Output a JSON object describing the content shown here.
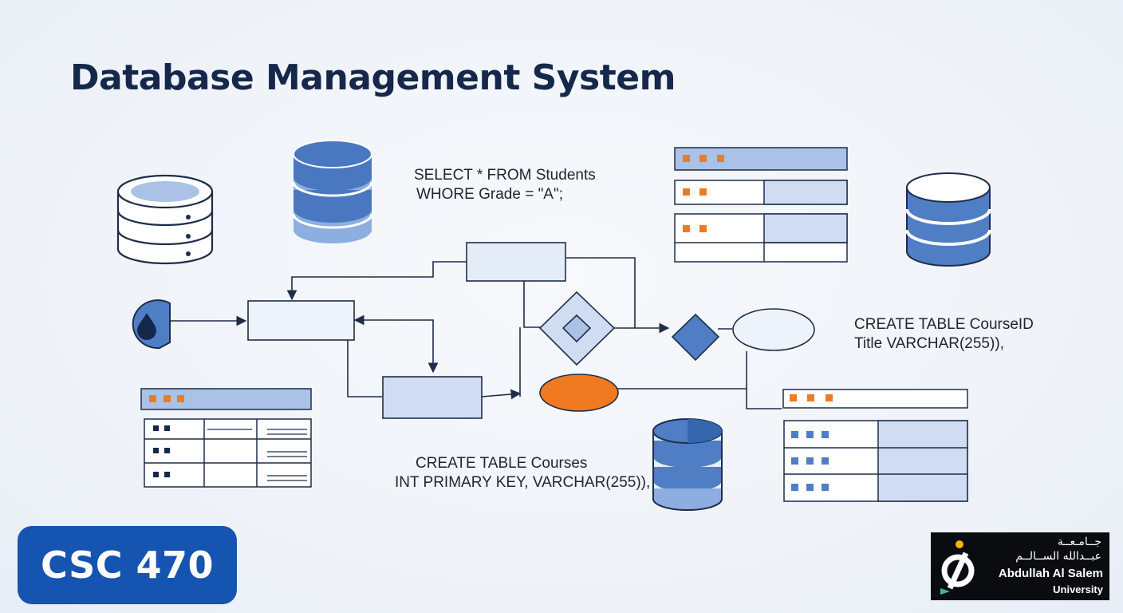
{
  "title": "Database Management System",
  "sql_snippets": {
    "select": [
      "SELECT * FROM Students",
      "WHORE Grade = \"A\";"
    ],
    "create_course_id": [
      "CREATE TABLE CourseID",
      "Title VARCHAR(255)),"
    ],
    "create_courses": [
      "CREATE TABLE Courses",
      "INT PRIMARY KEY, VARCHAR(255)),"
    ]
  },
  "course_badge": "CSC 470",
  "university_logo": {
    "arabic_line1": "جــامـعــة",
    "arabic_line2": "عبــدالله الســالــم",
    "english_line1": "Abdullah Al Salem",
    "english_line2": "University"
  },
  "colors": {
    "title": "#15284b",
    "badge": "#1554b0",
    "accent_orange": "#f07a22",
    "db_blue": "#4f7ec4",
    "line": "#1f2d4a",
    "box_fill": "#e4ecf8"
  },
  "icons": [
    "database-outline-icon",
    "database-stack-icon",
    "water-drop-icon",
    "decision-diamond-icon"
  ]
}
